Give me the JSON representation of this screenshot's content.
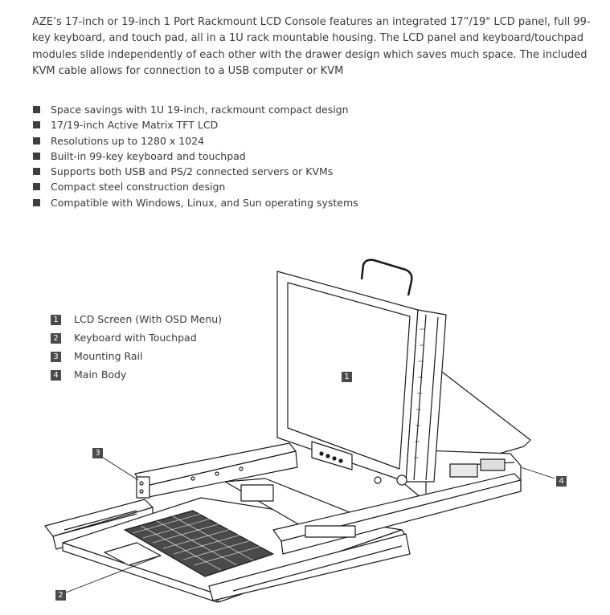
{
  "intro": "AZE’s 17-inch or 19-inch 1 Port Rackmount LCD Console features an integrated 17”/19\" LCD panel, full 99-key keyboard, and touch pad, all in a 1U rack mountable housing. The LCD panel and keyboard/touchpad modules slide independently of each other with the drawer design which saves much space. The included KVM cable allows for connection to a USB computer or KVM",
  "features": [
    "Space savings with 1U 19-inch, rackmount compact design",
    "17/19-inch Active Matrix TFT LCD",
    "Resolutions up to 1280 x 1024",
    "Built-in 99-key keyboard and touchpad",
    "Supports both USB and PS/2 connected servers or KVMs",
    "Compact steel construction design",
    "Compatible with Windows, Linux, and Sun operating systems"
  ],
  "legend": [
    {
      "num": "1",
      "label": "LCD Screen (With OSD Menu)"
    },
    {
      "num": "2",
      "label": "Keyboard with Touchpad"
    },
    {
      "num": "3",
      "label": "Mounting Rail"
    },
    {
      "num": "4",
      "label": "Main Body"
    }
  ],
  "callouts": {
    "screen": "1",
    "keyboard": "2",
    "rail": "3",
    "body": "4"
  }
}
